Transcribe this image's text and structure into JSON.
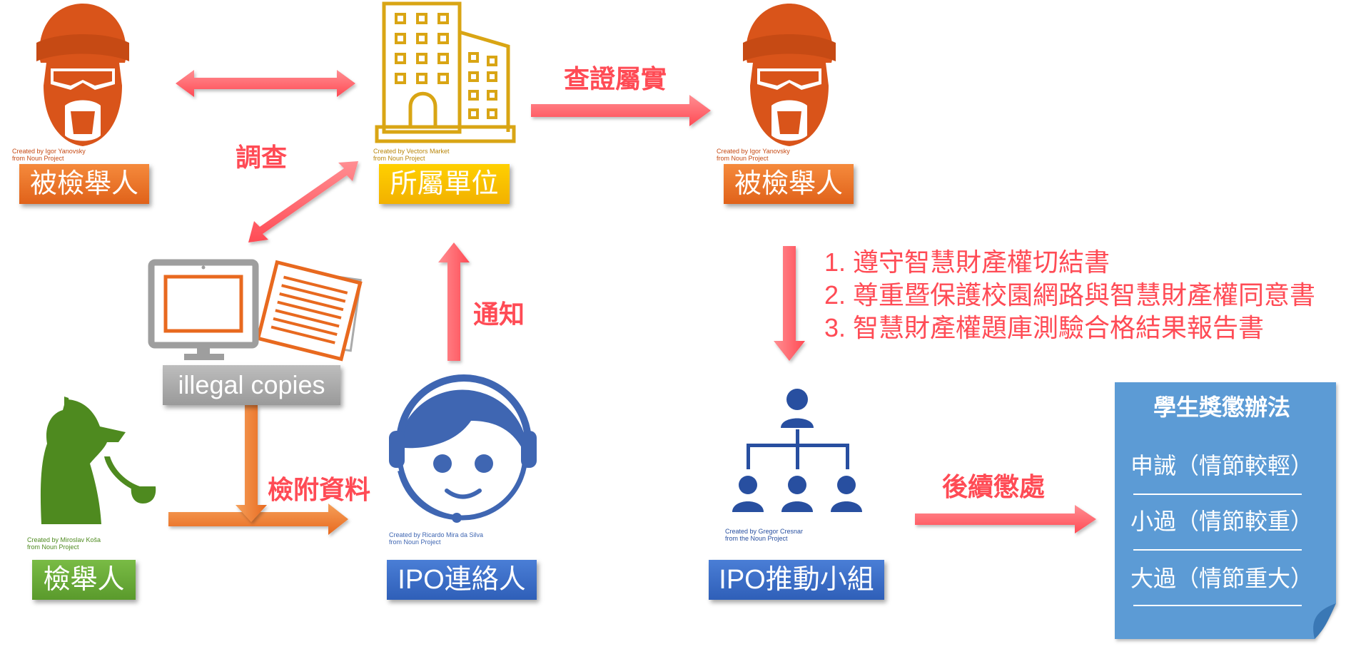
{
  "nodes": {
    "accused_left": "被檢舉人",
    "unit": "所屬單位",
    "accused_right": "被檢舉人",
    "illegal_copies": "illegal copies",
    "reporter": "檢舉人",
    "ipo_contact": "IPO連絡人",
    "ipo_team": "IPO推動小組"
  },
  "edge_labels": {
    "investigate": "調查",
    "verify": "查證屬實",
    "notify": "通知",
    "attach": "檢附資料",
    "follow_up": "後續懲處"
  },
  "requirements": [
    "1. 遵守智慧財產權切結書",
    "2. 尊重暨保護校園網路與智慧財產權同意書",
    "3. 智慧財產權題庫測驗合格結果報告書"
  ],
  "document": {
    "title": "學生獎懲辦法",
    "items": [
      "申誡（情節較輕）",
      "小過（情節較重）",
      "大過（情節重大）"
    ]
  },
  "credits": {
    "accused_left": [
      "Created by Igor Yanovsky",
      "from Noun Project"
    ],
    "unit": [
      "Created by Vectors Market",
      "from Noun Project"
    ],
    "accused_right": [
      "Created by Igor Yanovsky",
      "from Noun Project"
    ],
    "reporter": [
      "Created by Miroslav Koša",
      "from Noun Project"
    ],
    "ipo_contact": [
      "Created by Ricardo Mira da Silva",
      "from Noun Project"
    ],
    "ipo_team": [
      "Created by Gregor Cresnar",
      "from the Noun Project"
    ]
  },
  "colors": {
    "arrow": "#ff5a5f",
    "thief": "#d9541a",
    "building": "#d9a514",
    "reporter": "#4e8a1f",
    "contact": "#3f66b2",
    "team": "#284fa0",
    "document": "#5b9bd5"
  }
}
